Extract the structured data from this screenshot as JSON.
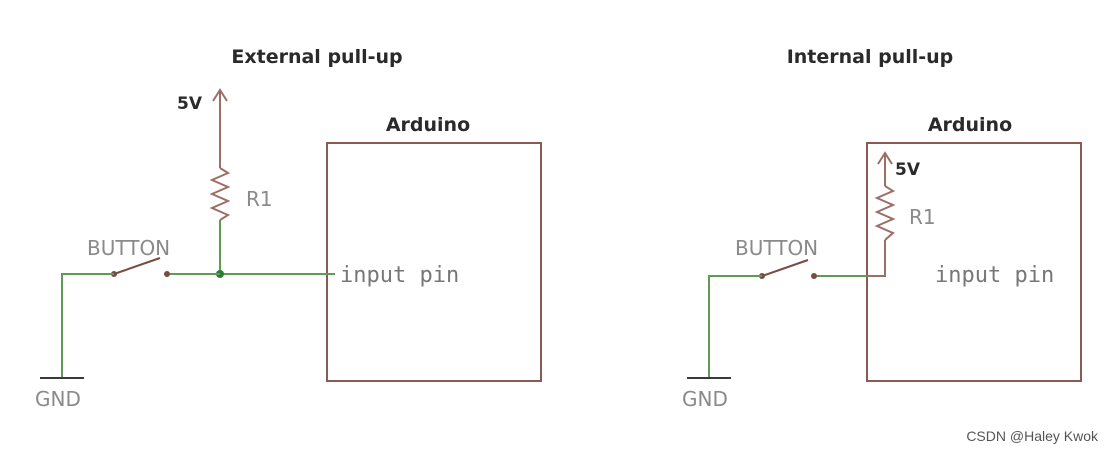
{
  "colors": {
    "wire": "#5f9a56",
    "component": "#9c6f66",
    "box": "#8c5a52",
    "node": "#2e7d32",
    "light_text": "#8a8a8a",
    "dark_text": "#2a2a2a"
  },
  "external": {
    "title": "External pull-up",
    "box_label": "Arduino",
    "supply_label": "5V",
    "resistor_label": "R1",
    "button_label": "BUTTON",
    "pin_label": "input  pin",
    "ground_label": "GND"
  },
  "internal": {
    "title": "Internal pull-up",
    "box_label": "Arduino",
    "supply_label": "5V",
    "resistor_label": "R1",
    "button_label": "BUTTON",
    "pin_label": "input  pin",
    "ground_label": "GND"
  },
  "watermark": "CSDN @Haley Kwok"
}
